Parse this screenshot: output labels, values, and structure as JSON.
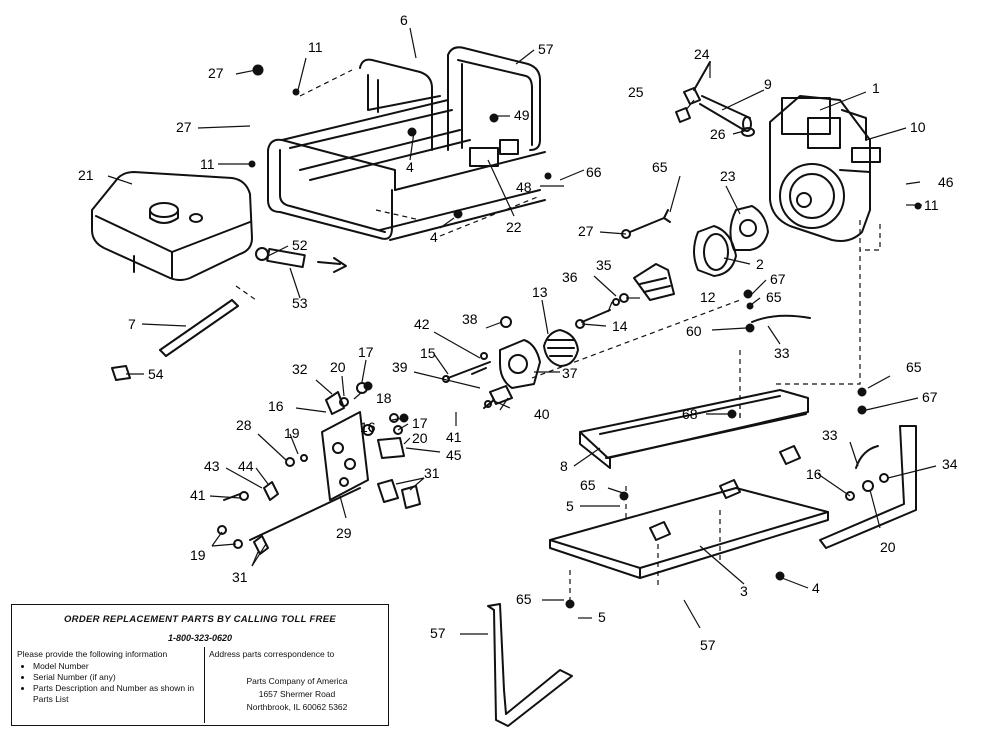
{
  "callouts": [
    {
      "id": "c1",
      "text": "1"
    },
    {
      "id": "c2",
      "text": "2"
    },
    {
      "id": "c3",
      "text": "3"
    },
    {
      "id": "c4a",
      "text": "4"
    },
    {
      "id": "c4b",
      "text": "4"
    },
    {
      "id": "c4c",
      "text": "4"
    },
    {
      "id": "c5a",
      "text": "5"
    },
    {
      "id": "c5b",
      "text": "5"
    },
    {
      "id": "c6",
      "text": "6"
    },
    {
      "id": "c7",
      "text": "7"
    },
    {
      "id": "c8",
      "text": "8"
    },
    {
      "id": "c9",
      "text": "9"
    },
    {
      "id": "c10",
      "text": "10"
    },
    {
      "id": "c11a",
      "text": "11"
    },
    {
      "id": "c11b",
      "text": "11"
    },
    {
      "id": "c11c",
      "text": "11"
    },
    {
      "id": "c12",
      "text": "12"
    },
    {
      "id": "c13",
      "text": "13"
    },
    {
      "id": "c14",
      "text": "14"
    },
    {
      "id": "c15",
      "text": "15"
    },
    {
      "id": "c16a",
      "text": "16"
    },
    {
      "id": "c16b",
      "text": "16"
    },
    {
      "id": "c16c",
      "text": "16"
    },
    {
      "id": "c17a",
      "text": "17"
    },
    {
      "id": "c17b",
      "text": "17"
    },
    {
      "id": "c18",
      "text": "18"
    },
    {
      "id": "c19a",
      "text": "19"
    },
    {
      "id": "c19b",
      "text": "19"
    },
    {
      "id": "c20a",
      "text": "20"
    },
    {
      "id": "c20b",
      "text": "20"
    },
    {
      "id": "c20c",
      "text": "20"
    },
    {
      "id": "c21",
      "text": "21"
    },
    {
      "id": "c22",
      "text": "22"
    },
    {
      "id": "c23",
      "text": "23"
    },
    {
      "id": "c24",
      "text": "24"
    },
    {
      "id": "c25",
      "text": "25"
    },
    {
      "id": "c26",
      "text": "26"
    },
    {
      "id": "c27a",
      "text": "27"
    },
    {
      "id": "c27b",
      "text": "27"
    },
    {
      "id": "c27c",
      "text": "27"
    },
    {
      "id": "c28",
      "text": "28"
    },
    {
      "id": "c29",
      "text": "29"
    },
    {
      "id": "c31a",
      "text": "31"
    },
    {
      "id": "c31b",
      "text": "31"
    },
    {
      "id": "c32",
      "text": "32"
    },
    {
      "id": "c33a",
      "text": "33"
    },
    {
      "id": "c33b",
      "text": "33"
    },
    {
      "id": "c34",
      "text": "34"
    },
    {
      "id": "c35",
      "text": "35"
    },
    {
      "id": "c36",
      "text": "36"
    },
    {
      "id": "c37",
      "text": "37"
    },
    {
      "id": "c38",
      "text": "38"
    },
    {
      "id": "c39",
      "text": "39"
    },
    {
      "id": "c40",
      "text": "40"
    },
    {
      "id": "c41a",
      "text": "41"
    },
    {
      "id": "c41b",
      "text": "41"
    },
    {
      "id": "c42",
      "text": "42"
    },
    {
      "id": "c43",
      "text": "43"
    },
    {
      "id": "c44",
      "text": "44"
    },
    {
      "id": "c45",
      "text": "45"
    },
    {
      "id": "c46",
      "text": "46"
    },
    {
      "id": "c48",
      "text": "48"
    },
    {
      "id": "c49",
      "text": "49"
    },
    {
      "id": "c52",
      "text": "52"
    },
    {
      "id": "c53",
      "text": "53"
    },
    {
      "id": "c54",
      "text": "54"
    },
    {
      "id": "c57a",
      "text": "57"
    },
    {
      "id": "c57b",
      "text": "57"
    },
    {
      "id": "c57c",
      "text": "57"
    },
    {
      "id": "c60",
      "text": "60"
    },
    {
      "id": "c65a",
      "text": "65"
    },
    {
      "id": "c65b",
      "text": "65"
    },
    {
      "id": "c65c",
      "text": "65"
    },
    {
      "id": "c65d",
      "text": "65"
    },
    {
      "id": "c65e",
      "text": "65"
    },
    {
      "id": "c66",
      "text": "66"
    },
    {
      "id": "c67a",
      "text": "67"
    },
    {
      "id": "c67b",
      "text": "67"
    },
    {
      "id": "c68",
      "text": "68"
    }
  ],
  "order_box": {
    "title": "ORDER REPLACEMENT PARTS BY CALLING TOLL FREE",
    "phone": "1-800-323-0620",
    "info_intro": "Please provide the following information",
    "info_items": [
      "Model Number",
      "Serial Number (if any)",
      "Parts Description and Number as shown in Parts List"
    ],
    "address_intro": "Address parts correspondence to",
    "address_lines": [
      "Parts Company of America",
      "1657 Shermer Road",
      "Northbrook, IL 60062 5362"
    ]
  }
}
